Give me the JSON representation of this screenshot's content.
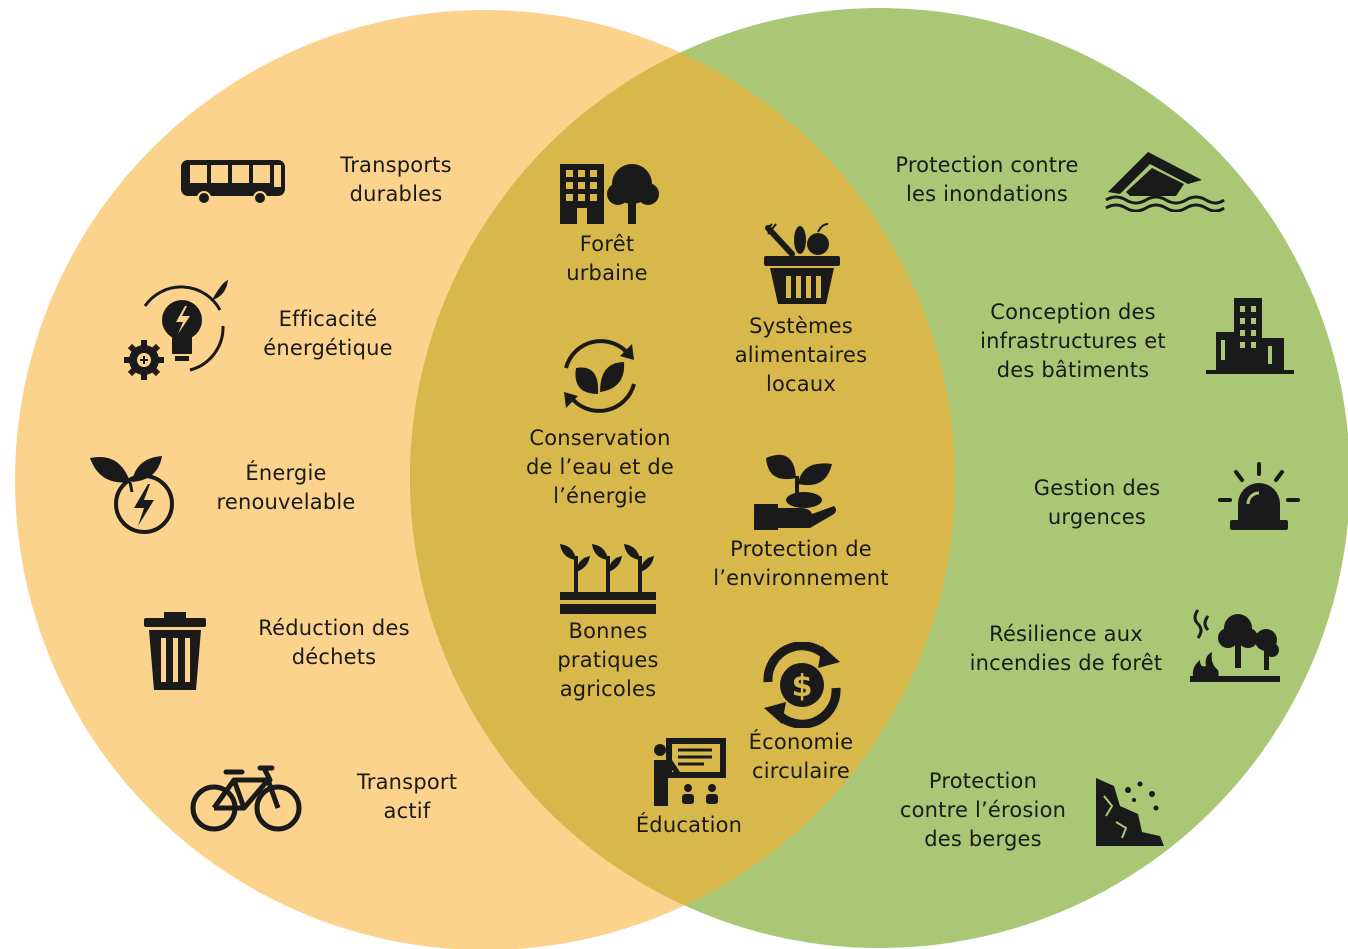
{
  "colors": {
    "left_circle": "#fbd38d",
    "right_circle": "#a9c774",
    "overlap": "#d8b84a",
    "ink": "#1a1a1a"
  },
  "left": {
    "items": [
      {
        "label": "Transports\ndurables",
        "icon": "bus-icon"
      },
      {
        "label": "Efficacité\nénergétique",
        "icon": "lightbulb-gear-icon"
      },
      {
        "label": "Énergie\nrenouvelable",
        "icon": "leaf-lightning-icon"
      },
      {
        "label": "Réduction des\ndéchets",
        "icon": "trash-can-icon"
      },
      {
        "label": "Transport\nactif",
        "icon": "bicycle-icon"
      }
    ]
  },
  "center": {
    "items": [
      {
        "label": "Forêt\nurbaine",
        "icon": "building-tree-icon"
      },
      {
        "label": "Systèmes\nalimentaires\nlocaux",
        "icon": "food-basket-icon"
      },
      {
        "label": "Conservation\nde l’eau et de\nl’énergie",
        "icon": "recycle-leaves-icon"
      },
      {
        "label": "Protection de\nl’environnement",
        "icon": "hand-plant-icon"
      },
      {
        "label": "Bonnes\npratiques\nagricoles",
        "icon": "crops-icon"
      },
      {
        "label": "Économie\ncirculaire",
        "icon": "circular-dollar-icon"
      },
      {
        "label": "Éducation",
        "icon": "teacher-board-icon"
      }
    ]
  },
  "right": {
    "items": [
      {
        "label": "Protection contre\nles inondations",
        "icon": "flooded-house-icon"
      },
      {
        "label": "Conception des\ninfrastructures et\ndes bâtiments",
        "icon": "buildings-icon"
      },
      {
        "label": "Gestion des\nurgences",
        "icon": "alarm-siren-icon"
      },
      {
        "label": "Résilience aux\nincendies de forêt",
        "icon": "forest-fire-icon"
      },
      {
        "label": "Protection\ncontre l’érosion\ndes berges",
        "icon": "erosion-icon"
      }
    ]
  }
}
